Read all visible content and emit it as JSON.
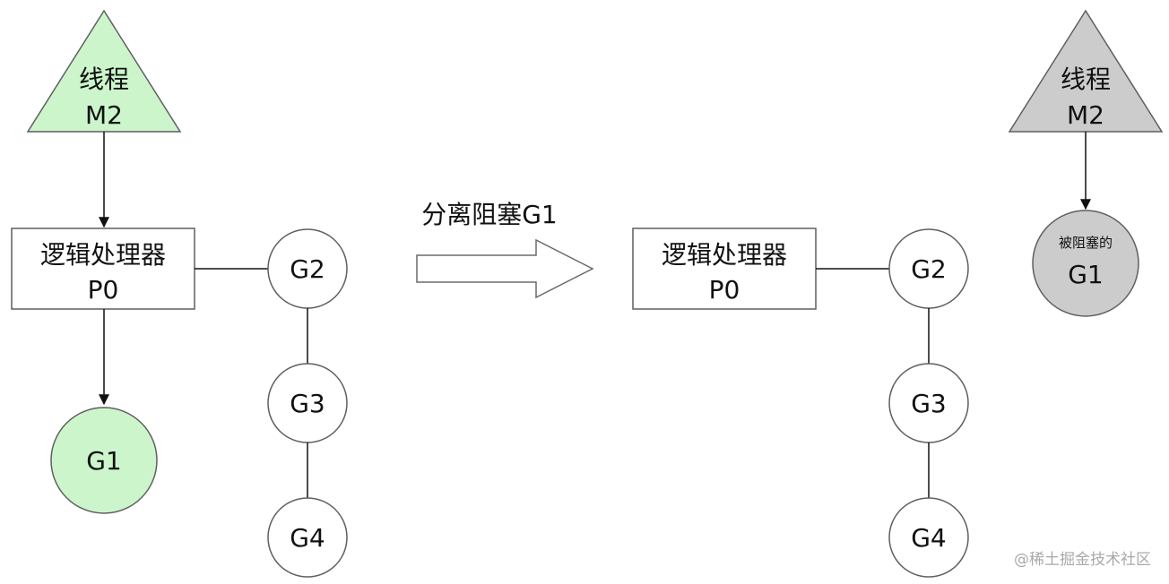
{
  "left": {
    "thread": {
      "line1": "线程",
      "line2": "M2"
    },
    "processor": {
      "line1": "逻辑处理器",
      "line2": "P0"
    },
    "running_goroutine": "G1",
    "queue": [
      "G2",
      "G3",
      "G4"
    ]
  },
  "transition": {
    "label": "分离阻塞G1"
  },
  "right": {
    "processor": {
      "line1": "逻辑处理器",
      "line2": "P0"
    },
    "queue": [
      "G2",
      "G3",
      "G4"
    ],
    "thread": {
      "line1": "线程",
      "line2": "M2"
    },
    "blocked_goroutine": {
      "caption": "被阻塞的",
      "name": "G1"
    }
  },
  "watermark": "@稀土掘金技术社区",
  "colors": {
    "active_fill": "#ccf5cc",
    "blocked_fill": "#cccccc",
    "stroke": "#5f5f5f",
    "watermark": "#a9a9a9"
  }
}
